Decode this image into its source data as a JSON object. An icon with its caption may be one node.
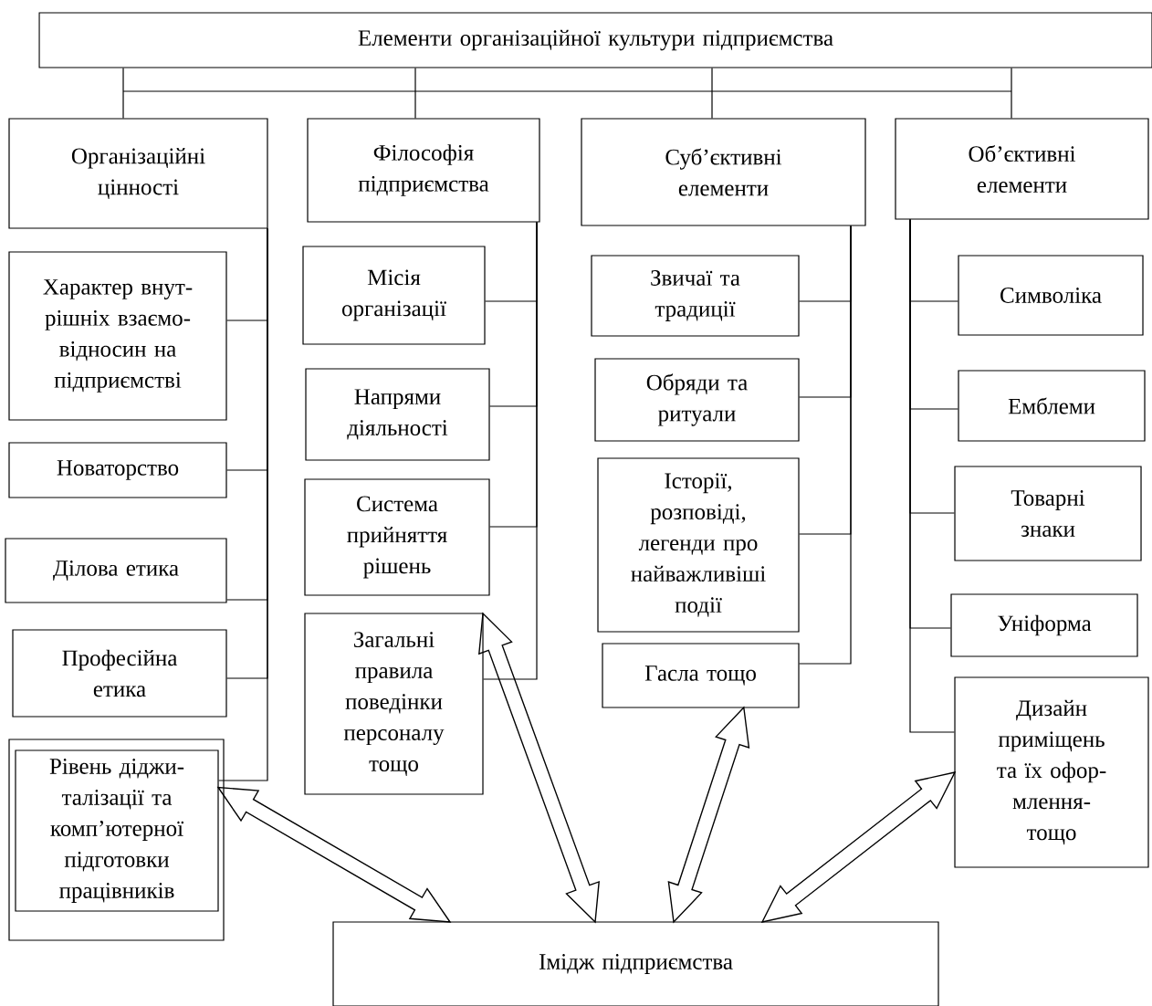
{
  "diagram": {
    "nodes": [
      {
        "text": [
          "Елементи організаційної культури підприємства"
        ]
      },
      {
        "text": [
          "Організаційні цінності"
        ]
      },
      {
        "text": [
          "Філософія підприємства"
        ]
      },
      {
        "text": [
          "Суб’єктивні елементи"
        ]
      },
      {
        "text": [
          "Об’єктивні елементи"
        ]
      },
      {
        "text": [
          "Характер внут- рішніх взаємо- відносин на підприємстві"
        ]
      },
      {
        "text": [
          "Новаторство"
        ]
      },
      {
        "text": [
          "Ділова етика"
        ]
      },
      {
        "text": [
          "Професійна етика"
        ]
      },
      {
        "text": [
          "Рівень діджи- талізації та комп’ютерної підготовки працівників"
        ]
      },
      {
        "text": [
          "Місія організації"
        ]
      },
      {
        "text": [
          "Напрями діяльності"
        ]
      },
      {
        "text": [
          "Система прийняття рішень"
        ]
      },
      {
        "text": [
          "Загальні правила поведінки персоналу тощо"
        ]
      },
      {
        "text": [
          "Звичаї та традиції"
        ]
      },
      {
        "text": [
          "Обряди та ритуали"
        ]
      },
      {
        "text": [
          "Історії, розповіді, легенди про найважливіші події"
        ]
      },
      {
        "text": [
          "Гасла  тощо"
        ]
      },
      {
        "text": [
          "Символіка"
        ]
      },
      {
        "text": [
          "Емблеми"
        ]
      },
      {
        "text": [
          "Товарні знаки"
        ]
      },
      {
        "text": [
          "Уніформа"
        ]
      },
      {
        "text": [
          "Дизайн приміщень та їх офор- млення- тощо"
        ]
      },
      {
        "text": [
          "Імідж підприємства"
        ]
      }
    ],
    "edges": [
      {
        "from": 0,
        "to": 1,
        "arrow": "none"
      },
      {
        "from": 0,
        "to": 2,
        "arrow": "none"
      },
      {
        "from": 0,
        "to": 3,
        "arrow": "none"
      },
      {
        "from": 0,
        "to": 4,
        "arrow": "none"
      },
      {
        "from": 1,
        "to": 5,
        "arrow": "none"
      },
      {
        "from": 1,
        "to": 6,
        "arrow": "none"
      },
      {
        "from": 1,
        "to": 7,
        "arrow": "none"
      },
      {
        "from": 1,
        "to": 8,
        "arrow": "none"
      },
      {
        "from": 1,
        "to": 9,
        "arrow": "none"
      },
      {
        "from": 2,
        "to": 10,
        "arrow": "none"
      },
      {
        "from": 2,
        "to": 11,
        "arrow": "none"
      },
      {
        "from": 2,
        "to": 12,
        "arrow": "none"
      },
      {
        "from": 2,
        "to": 13,
        "arrow": "none"
      },
      {
        "from": 3,
        "to": 14,
        "arrow": "none"
      },
      {
        "from": 3,
        "to": 15,
        "arrow": "none"
      },
      {
        "from": 3,
        "to": 16,
        "arrow": "none"
      },
      {
        "from": 3,
        "to": 17,
        "arrow": "none"
      },
      {
        "from": 4,
        "to": 18,
        "arrow": "none"
      },
      {
        "from": 4,
        "to": 19,
        "arrow": "none"
      },
      {
        "from": 4,
        "to": 20,
        "arrow": "none"
      },
      {
        "from": 4,
        "to": 21,
        "arrow": "none"
      },
      {
        "from": 4,
        "to": 22,
        "arrow": "none"
      },
      {
        "from": 9,
        "to": 23,
        "arrow": "both",
        "style": "thick"
      },
      {
        "from": 13,
        "to": 23,
        "arrow": "both",
        "style": "thick"
      },
      {
        "from": 17,
        "to": 23,
        "arrow": "both",
        "style": "thick"
      },
      {
        "from": 22,
        "to": 23,
        "arrow": "both",
        "style": "thick"
      }
    ]
  }
}
